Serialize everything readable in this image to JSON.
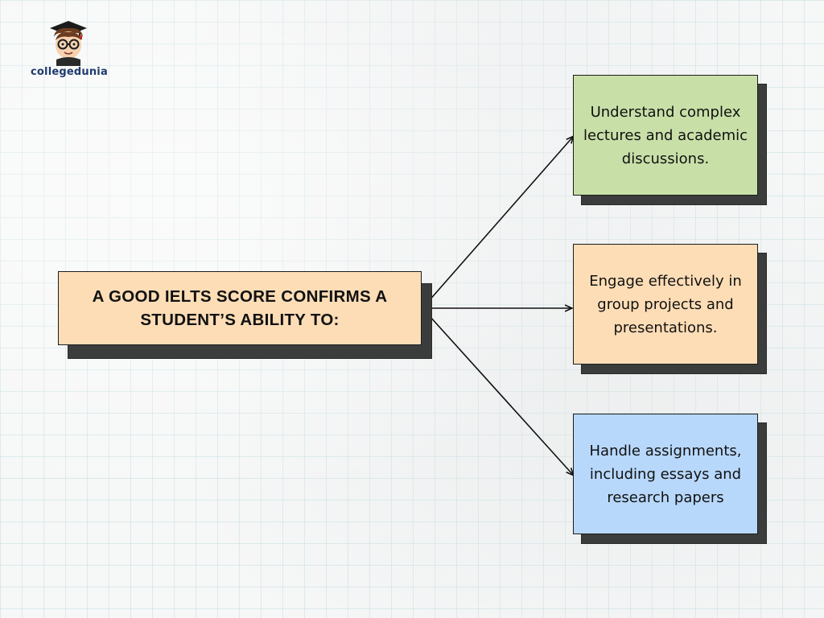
{
  "logo": {
    "name": "collegedunia",
    "icon": "student-avatar-icon"
  },
  "main_box": {
    "text": "A GOOD IELTS SCORE CONFIRMS A STUDENT’S ABILITY TO:",
    "color": "#fdddb6"
  },
  "abilities": [
    {
      "text": "Understand complex lectures and academic discussions.",
      "color": "#c8e0a8"
    },
    {
      "text": "Engage effectively in group projects and presentations.",
      "color": "#fdddb6"
    },
    {
      "text": "Handle assignments, including essays and research papers",
      "color": "#b8d8fb"
    }
  ]
}
